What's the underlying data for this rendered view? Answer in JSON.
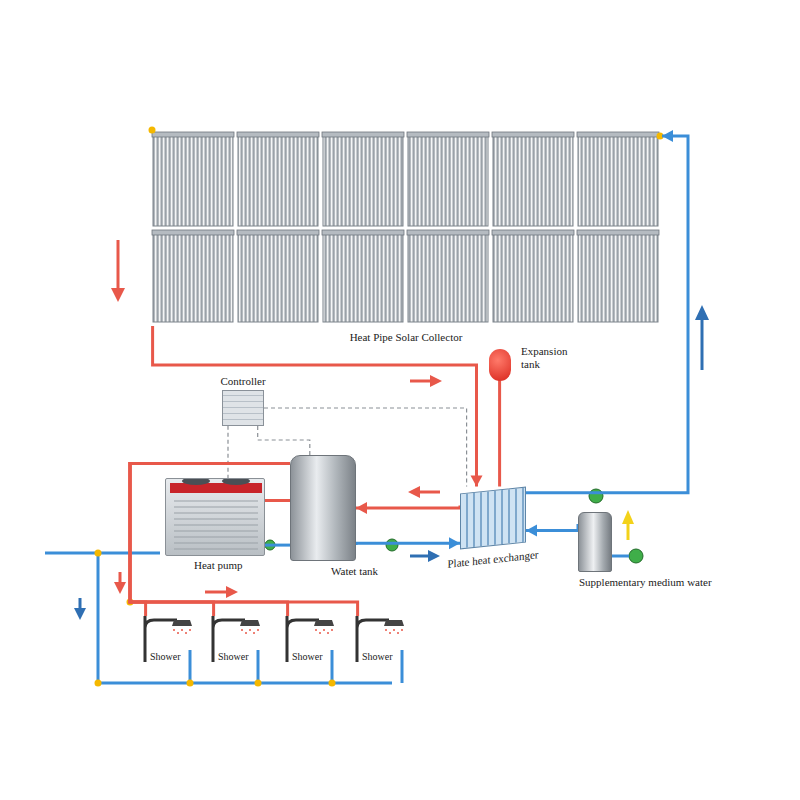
{
  "diagram": {
    "nodes": [
      {
        "text": [
          "Heat Pipe Solar Collector"
        ]
      },
      {
        "text": [
          "Expansion tank"
        ]
      },
      {
        "text": [
          "Controller"
        ]
      },
      {
        "text": [
          "Heat pump"
        ]
      },
      {
        "text": [
          "Watet tank"
        ]
      },
      {
        "text": [
          "Plate heat exchanger"
        ]
      },
      {
        "text": [
          "Supplementary medium water"
        ]
      },
      {
        "text": [
          "Shower"
        ]
      },
      {
        "text": [
          "Shower"
        ]
      },
      {
        "text": [
          "Shower"
        ]
      },
      {
        "text": [
          "Shower"
        ]
      }
    ],
    "edges": [
      {
        "from": 0,
        "to": 5,
        "arrow": "to"
      },
      {
        "from": 5,
        "to": 0,
        "arrow": "to"
      },
      {
        "from": 1,
        "to": 5,
        "arrow": "none"
      },
      {
        "from": 5,
        "to": 4,
        "arrow": "to"
      },
      {
        "from": 4,
        "to": 5,
        "arrow": "to"
      },
      {
        "from": 6,
        "to": 5,
        "arrow": "to"
      },
      {
        "from": 3,
        "to": 4,
        "arrow": "none"
      },
      {
        "from": 4,
        "to": 3,
        "arrow": "none"
      },
      {
        "from": 2,
        "to": 3,
        "arrow": "none"
      },
      {
        "from": 2,
        "to": 4,
        "arrow": "none"
      },
      {
        "from": 2,
        "to": 5,
        "arrow": "none"
      },
      {
        "from": 4,
        "to": 7,
        "arrow": "none"
      },
      {
        "from": 4,
        "to": 8,
        "arrow": "none"
      },
      {
        "from": 4,
        "to": 9,
        "arrow": "none"
      },
      {
        "from": 4,
        "to": 10,
        "arrow": "none"
      }
    ]
  }
}
